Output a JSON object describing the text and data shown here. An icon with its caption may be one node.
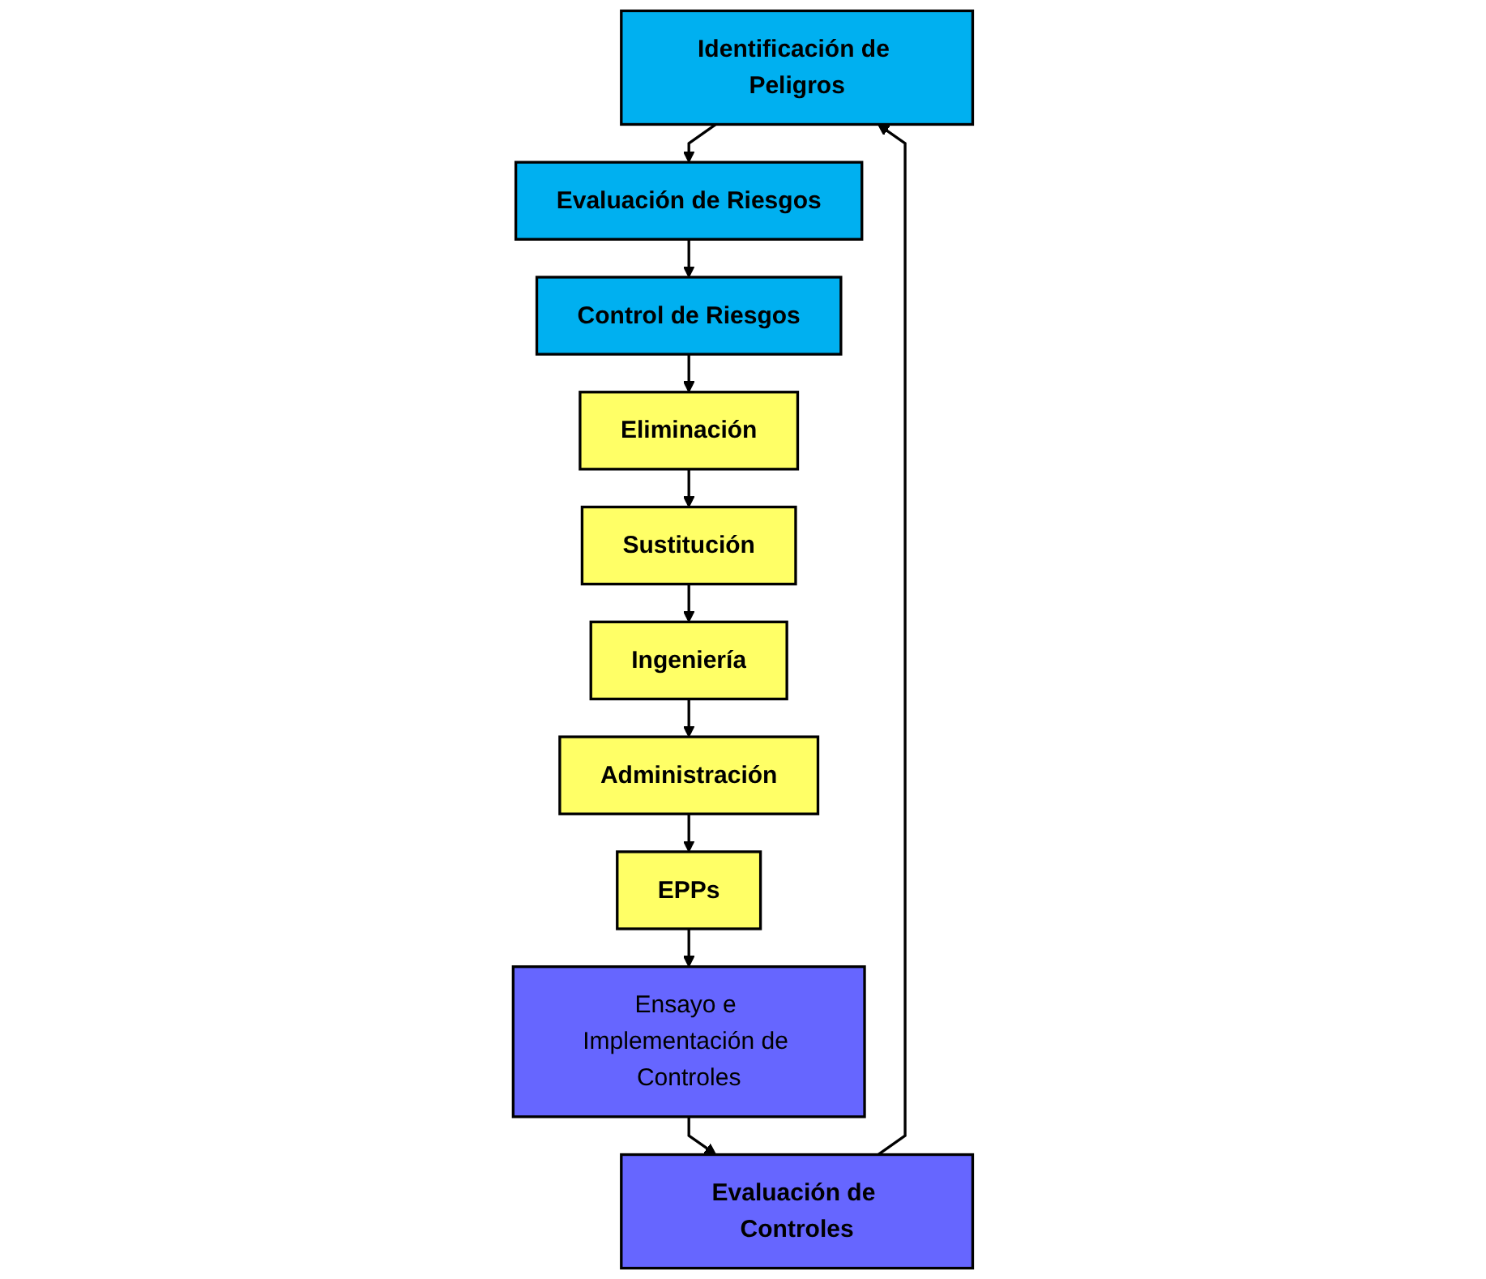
{
  "diagram": {
    "nodes": [
      {
        "text": [
          "Identificación de Peligros"
        ]
      },
      {
        "text": [
          "Evaluación de Riesgos"
        ]
      },
      {
        "text": [
          "Control de Riesgos"
        ]
      },
      {
        "text": [
          "Eliminación"
        ]
      },
      {
        "text": [
          "Sustitución"
        ]
      },
      {
        "text": [
          "Ingeniería"
        ]
      },
      {
        "text": [
          "Administración"
        ]
      },
      {
        "text": [
          "EPPs"
        ]
      },
      {
        "text": [
          "Ensayo e Implementación de Controles"
        ]
      },
      {
        "text": [
          "Evaluación de Controles"
        ]
      }
    ],
    "edges": [
      {
        "from": 0,
        "to": 1,
        "arrow": "to"
      },
      {
        "from": 1,
        "to": 2,
        "arrow": "to"
      },
      {
        "from": 2,
        "to": 3,
        "arrow": "to"
      },
      {
        "from": 3,
        "to": 4,
        "arrow": "to"
      },
      {
        "from": 4,
        "to": 5,
        "arrow": "to"
      },
      {
        "from": 5,
        "to": 6,
        "arrow": "to"
      },
      {
        "from": 6,
        "to": 7,
        "arrow": "to"
      },
      {
        "from": 7,
        "to": 8,
        "arrow": "to"
      },
      {
        "from": 8,
        "to": 9,
        "arrow": "to"
      },
      {
        "from": 9,
        "to": 0,
        "arrow": "to"
      }
    ]
  }
}
